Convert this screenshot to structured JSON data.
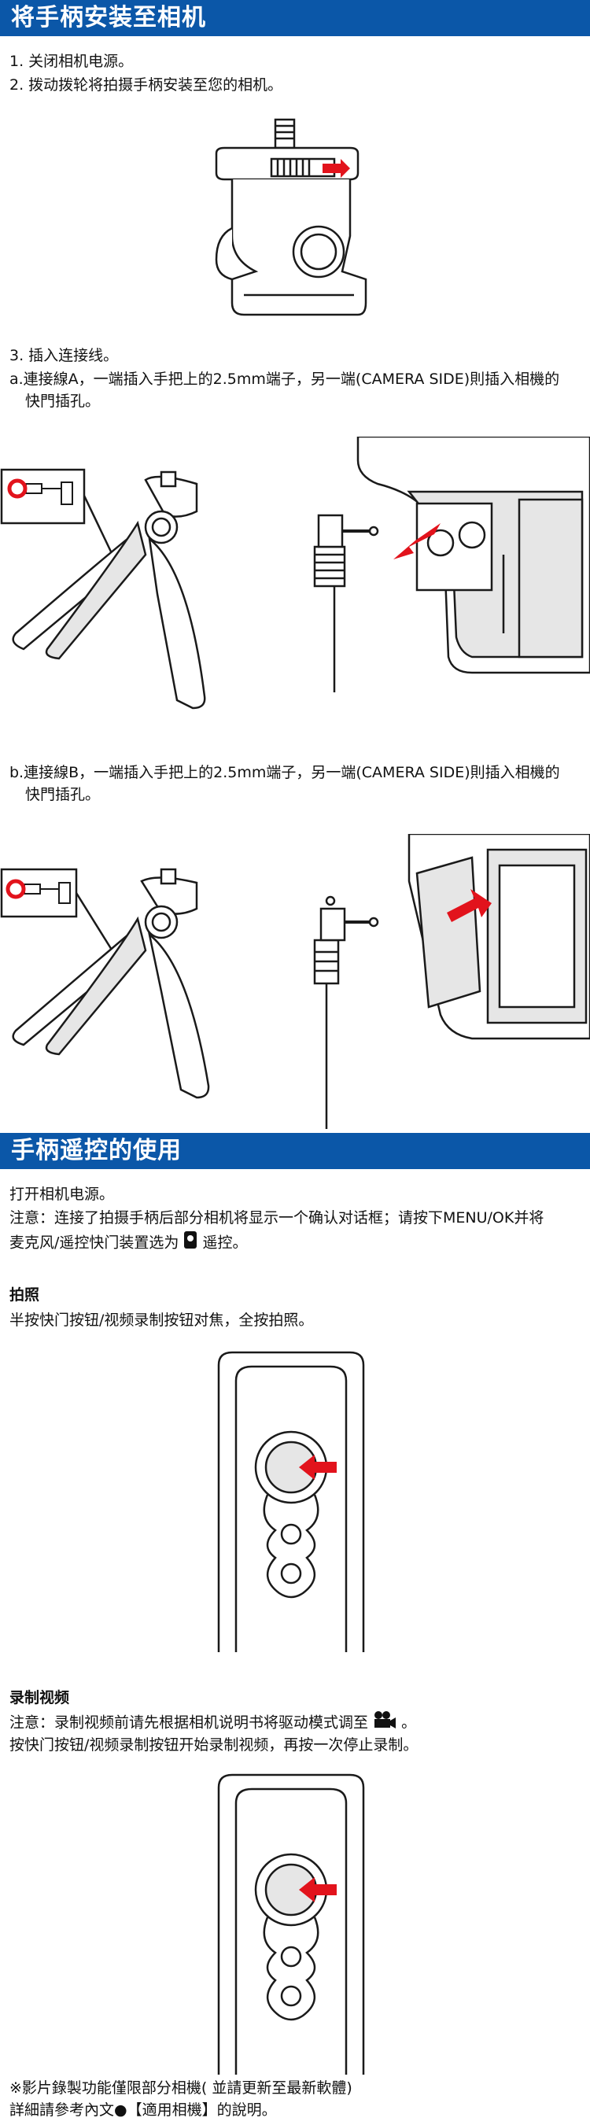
{
  "sections": {
    "mount": {
      "title": "将手柄安装至相机",
      "step1": "1. 关闭相机电源。",
      "step2": "2. 拨动拨轮将拍摄手柄安装至您的相机。",
      "step3": "3. 插入连接线。",
      "step3a_line1": "a.連接線A，一端插入手把上的2.5mm端子，另一端(CAMERA SIDE)則插入相機的",
      "step3a_line2": "快門插孔。",
      "step3b_line1": "b.連接線B，一端插入手把上的2.5mm端子，另一端(CAMERA SIDE)則插入相機的",
      "step3b_line2": "快門插孔。"
    },
    "remote": {
      "title": "手柄遥控的使用",
      "power_on": "打开相机电源。",
      "note_line1": "注意：连接了拍摄手柄后部分相机将显示一个确认对话框；请按下MENU/OK并将",
      "note_line2_a": "麦克风/遥控快门装置选为",
      "note_line2_b": "遥控。",
      "photo_heading": "拍照",
      "photo_text": "半按快门按钮/视频录制按钮对焦，全按拍照。",
      "video_heading": "录制视频",
      "video_note_a": "注意：录制视频前请先根据相机说明书将驱动模式调至",
      "video_note_b": "。",
      "video_text": "按快门按钮/视频录制按钮开始录制视频，再按一次停止录制。",
      "footnote_line1": "※影片錄製功能僅限部分相機( 並請更新至最新軟體)",
      "footnote_line2": "詳細請參考內文●【適用相機】的說明。"
    }
  },
  "icons": {
    "remote_icon": "remote-icon",
    "movie_icon": "movie-camera-icon"
  },
  "colors": {
    "banner": "#0b57a8",
    "arrow": "#e2131c",
    "line": "#1a1a1a",
    "fill": "#e6e6e6"
  }
}
